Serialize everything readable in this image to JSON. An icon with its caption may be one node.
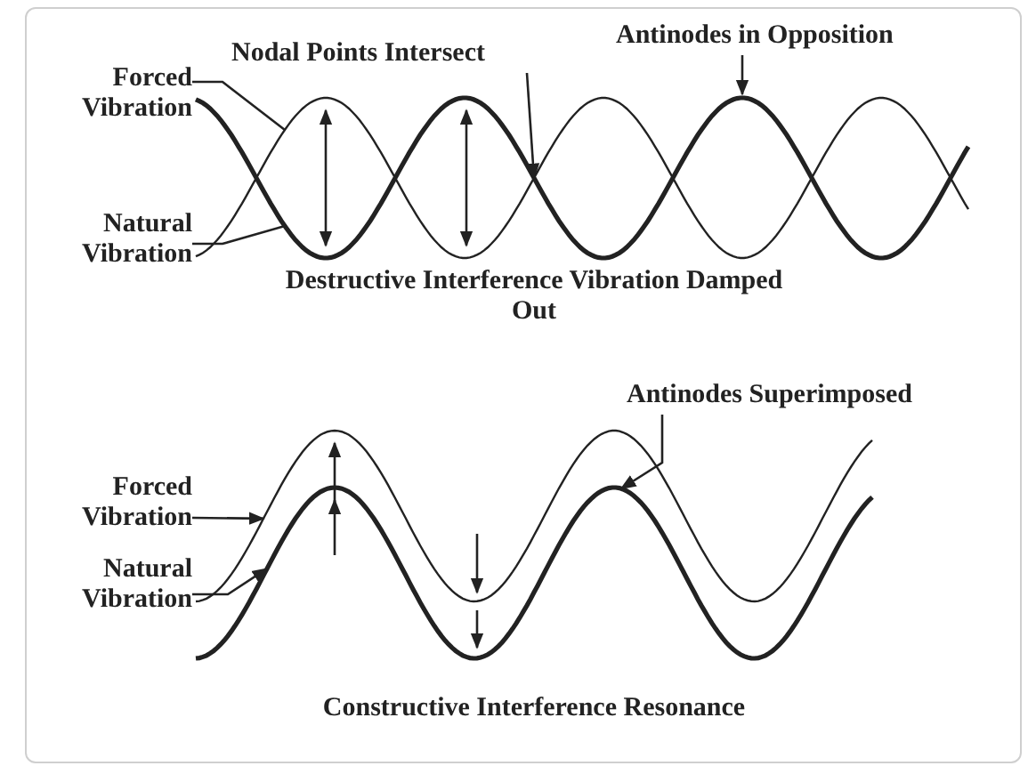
{
  "diagram": {
    "nodes": [
      {
        "text": [
          "Forced Vibration"
        ]
      },
      {
        "text": [
          "Natural Vibration"
        ]
      },
      {
        "text": [
          "Nodal Points Intersect"
        ]
      },
      {
        "text": [
          "Antinodes in Opposition"
        ]
      },
      {
        "text": [],
        "shape": "wave"
      },
      {
        "text": [],
        "shape": "wave"
      },
      {
        "text": [
          "Forced Vibration"
        ]
      },
      {
        "text": [
          "Natural Vibration"
        ]
      },
      {
        "text": [
          "Antinodes Superimposed"
        ]
      },
      {
        "text": [],
        "shape": "wave"
      },
      {
        "text": [],
        "shape": "wave"
      }
    ],
    "edges": [
      {
        "from": 0,
        "to": 4,
        "arrow": "none"
      },
      {
        "from": 1,
        "to": 5,
        "arrow": "none"
      },
      {
        "from": 2,
        "to": 4,
        "arrow": "to"
      },
      {
        "from": 3,
        "to": null,
        "arrow": "to"
      },
      {
        "from": 6,
        "to": 9,
        "arrow": "to"
      },
      {
        "from": 7,
        "to": 10,
        "arrow": "to"
      },
      {
        "from": 8,
        "to": 10,
        "arrow": "to"
      }
    ],
    "labels": [
      "Destructive Interference Vibration Damped Out",
      "Constructive Interference Resonance"
    ]
  }
}
